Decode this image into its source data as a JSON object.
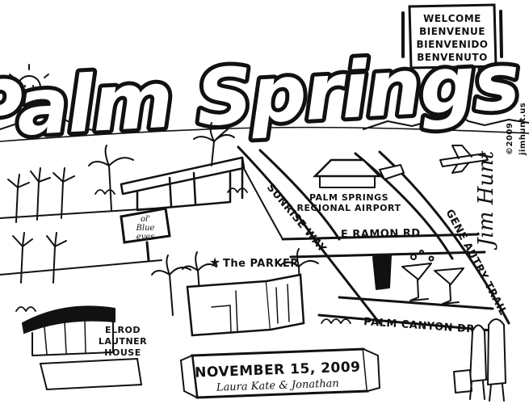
{
  "title": "Palm Springs",
  "welcome_sign": [
    "WELCOME",
    "BIENVENUE",
    "BIENVENIDO",
    "BENVENUTO"
  ],
  "places": {
    "airport": [
      "PALM SPRINGS",
      "REGIONAL AIRPORT"
    ],
    "parker": "The PARKER",
    "elrod": [
      "ELROD",
      "LAUTNER",
      "HOUSE"
    ],
    "blue_eyes_sign": [
      "ol'",
      "Blue",
      "eyes"
    ]
  },
  "roads": {
    "sunrise": "SUNRISE WAY",
    "ramon": "E RAMON RD",
    "gene_autry": "GENE AUTRY TRAIL",
    "palm_canyon": "PALM CANYON DR."
  },
  "banner": {
    "date": "NOVEMBER 15, 2009",
    "names": "Laura Kate & Jonathan"
  },
  "credit": {
    "signature": "Jim Hunt",
    "year": "©2009",
    "site": "jimhunt.us"
  },
  "colors": {
    "ink": "#111111",
    "paper": "#ffffff"
  }
}
